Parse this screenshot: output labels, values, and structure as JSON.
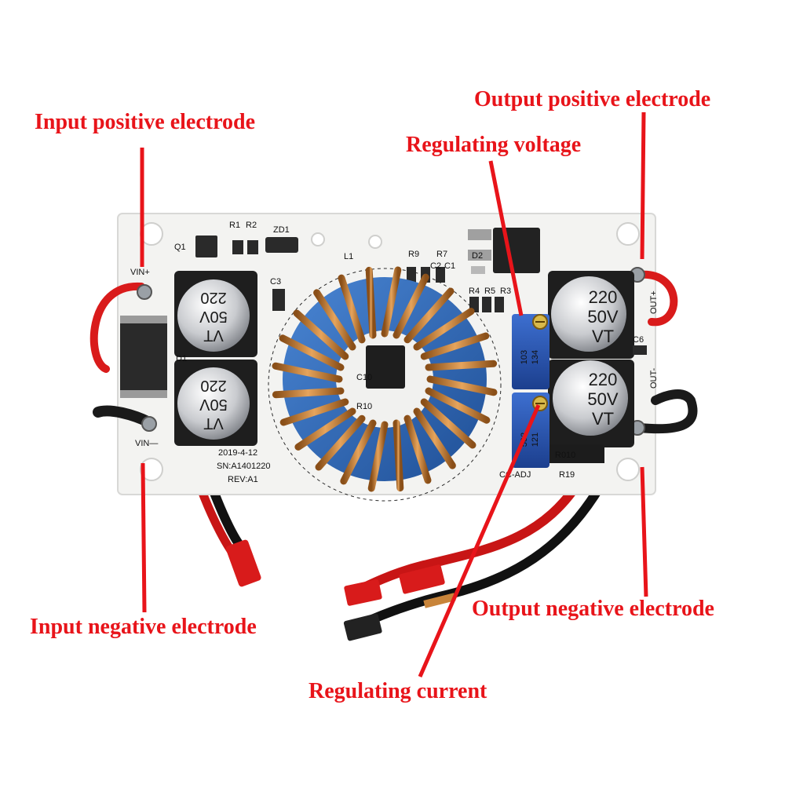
{
  "callouts": {
    "input_positive": "Input positive electrode",
    "output_positive": "Output positive electrode",
    "regulating_voltage": "Regulating voltage",
    "input_negative": "Input negative electrode",
    "output_negative": "Output negative electrode",
    "regulating_current": "Regulating current"
  },
  "board": {
    "vin_plus": "VIN+",
    "vin_minus": "VIN—",
    "out_plus": "OUT+",
    "out_minus": "OUT-",
    "date": "2019-4-12",
    "serial": "SN:A1401220",
    "rev": "REV:A1",
    "refs": {
      "q1": "Q1",
      "r1": "R1",
      "r2": "R2",
      "zd1": "ZD1",
      "l1": "L1",
      "r9": "R9",
      "r7": "R7",
      "c2": "C2",
      "c1": "C1",
      "d2": "D2",
      "c3": "C3",
      "d1": "D1",
      "c10": "C10",
      "r10": "R10",
      "r4": "R4",
      "r5": "R5",
      "r3": "R3",
      "c6": "C6",
      "r19": "R19",
      "cc_adj": "CC-ADJ",
      "r010": "R010"
    },
    "cap_lines": [
      "220",
      "50V",
      "VT"
    ],
    "pot_top": [
      "103",
      "134"
    ],
    "pot_bottom": [
      "502",
      "121"
    ]
  },
  "colors": {
    "callout": "#e8141a",
    "board": "#f4f4f2",
    "core": "#2f6fc0",
    "copper": "#c8843a",
    "wire_red": "#d91b1b"
  }
}
